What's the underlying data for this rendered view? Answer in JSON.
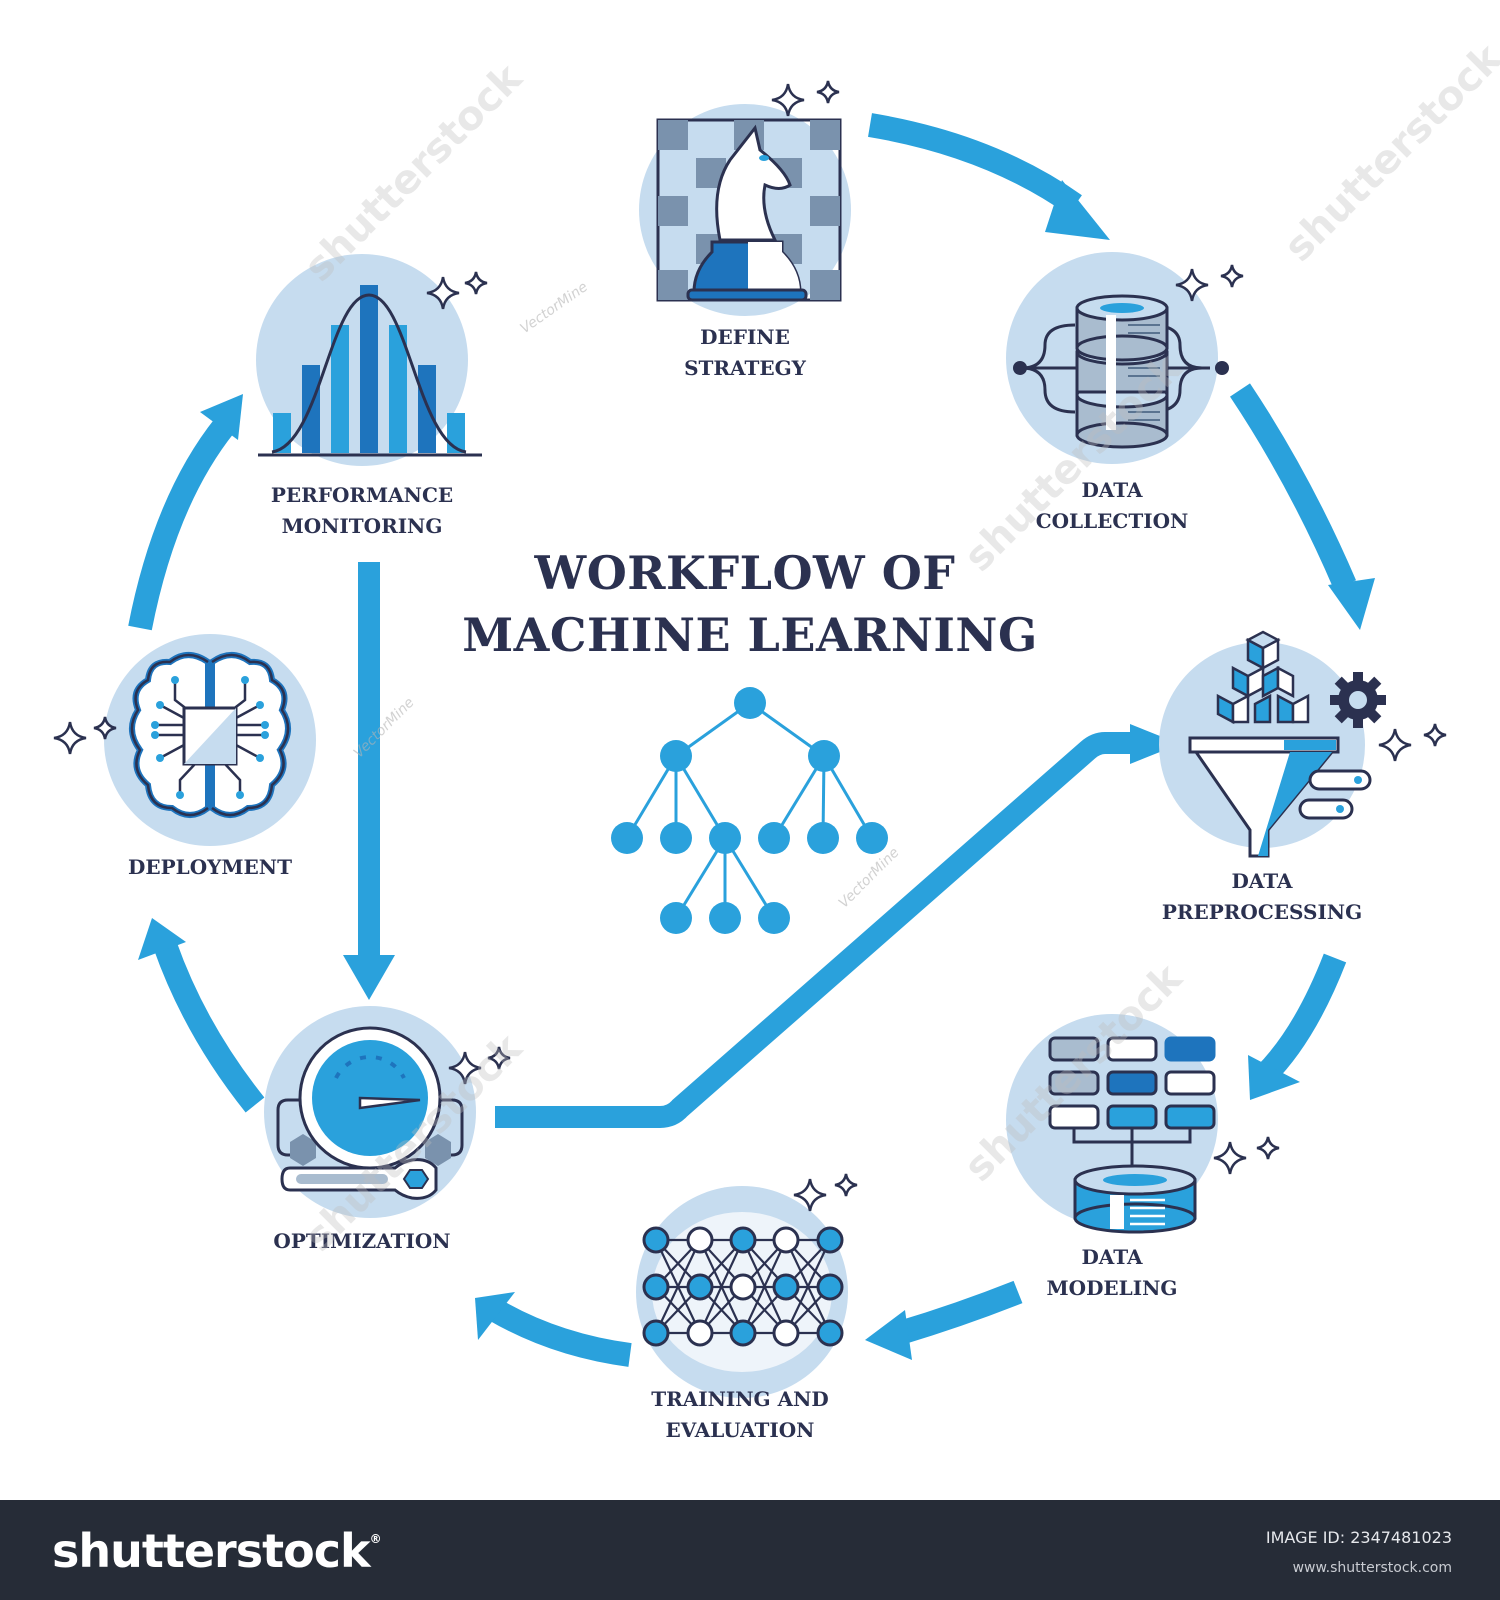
{
  "title": {
    "line1": "WORKFLOW OF",
    "line2": "MACHINE LEARNING"
  },
  "colors": {
    "arrow": "#2aa1dc",
    "circle_bg": "#c6dcef",
    "dark_outline": "#2b3150",
    "mid_blue": "#1e74bd",
    "light_blue": "#2aa1dc",
    "gray_blue": "#7a92ad",
    "footer_bg": "#262c37"
  },
  "steps": [
    {
      "id": "define-strategy",
      "icon": "chess-knight-icon",
      "lines": [
        "DEFINE",
        "STRATEGY"
      ]
    },
    {
      "id": "data-collection",
      "icon": "database-icon",
      "lines": [
        "DATA",
        "COLLECTION"
      ]
    },
    {
      "id": "data-preprocessing",
      "icon": "funnel-cubes-gear-icon",
      "lines": [
        "DATA",
        "PREPROCESSING"
      ]
    },
    {
      "id": "data-modeling",
      "icon": "data-model-icon",
      "lines": [
        "DATA",
        "MODELING"
      ]
    },
    {
      "id": "training-evaluation",
      "icon": "neural-network-icon",
      "lines": [
        "TRAINING AND",
        "EVALUATION"
      ]
    },
    {
      "id": "optimization",
      "icon": "gauge-wrench-icon",
      "lines": [
        "OPTIMIZATION"
      ]
    },
    {
      "id": "deployment",
      "icon": "brain-chip-icon",
      "lines": [
        "DEPLOYMENT"
      ]
    },
    {
      "id": "performance-monitoring",
      "icon": "bell-curve-histogram-icon",
      "lines": [
        "PERFORMANCE",
        "MONITORING"
      ]
    }
  ],
  "flow": [
    {
      "from": "define-strategy",
      "to": "data-collection"
    },
    {
      "from": "data-collection",
      "to": "data-preprocessing"
    },
    {
      "from": "data-preprocessing",
      "to": "data-modeling"
    },
    {
      "from": "data-modeling",
      "to": "training-evaluation"
    },
    {
      "from": "training-evaluation",
      "to": "optimization"
    },
    {
      "from": "optimization",
      "to": "deployment"
    },
    {
      "from": "deployment",
      "to": "performance-monitoring"
    },
    {
      "from": "performance-monitoring",
      "to": "optimization"
    },
    {
      "from": "optimization",
      "to": "data-preprocessing"
    }
  ],
  "center_icon": "decision-tree-icon",
  "watermarks": {
    "author": "VectorMine",
    "stock": "shutterstock"
  },
  "footer": {
    "brand": "shutterstock",
    "image_id": "IMAGE ID: 2347481023",
    "site": "www.shutterstock.com"
  }
}
